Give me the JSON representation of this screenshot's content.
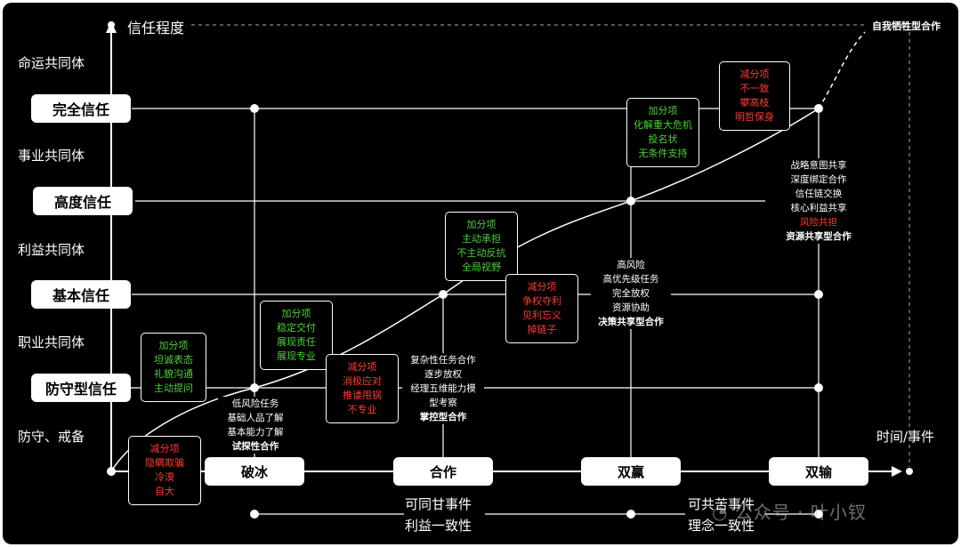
{
  "axis": {
    "y_label": "信任程度",
    "x_label": "时间/事件",
    "top_right_label": "自我牺牲型合作"
  },
  "communities": [
    "命运共同体",
    "事业共同体",
    "利益共同体",
    "职业共同体",
    "防守、戒备"
  ],
  "levels": [
    "完全信任",
    "高度信任",
    "基本信任",
    "防守型信任"
  ],
  "stages": [
    "破冰",
    "合作",
    "双赢",
    "双输"
  ],
  "bottom": [
    "可同甘事件",
    "利益一致性",
    "可共苦事件",
    "理念一致性"
  ],
  "cards": {
    "c0": [
      "减分项",
      "隐瞒欺骗",
      "冷漠",
      "自大"
    ],
    "c1": [
      "加分项",
      "坦诚表态",
      "礼貌沟通",
      "主动提问"
    ],
    "c2": [
      "加分项",
      "稳定交付",
      "展现责任",
      "展现专业"
    ],
    "c3": [
      "减分项",
      "消极应对",
      "推诿甩锅",
      "不专业"
    ],
    "c4": [
      "加分项",
      "主动承担",
      "不主动反抗",
      "全局视野"
    ],
    "c5": [
      "减分项",
      "争权夺利",
      "见利忘义",
      "掉链子"
    ],
    "c6": [
      "加分项",
      "化解重大危机",
      "投名状",
      "无条件支持"
    ],
    "c7": [
      "减分项",
      "不一致",
      "攀高枝",
      "明哲保身"
    ]
  },
  "texts": {
    "icebreak": [
      "低风险任务",
      "基础人品了解",
      "基本能力了解",
      "试探性合作"
    ],
    "cooperation": [
      "复杂性任务合作",
      "逐步放权",
      "经理五维能力模",
      "型考察",
      "掌控型合作"
    ],
    "winwin": [
      "高风险",
      "高优先级任务",
      "完全放权",
      "资源协助",
      "决策共享型合作"
    ],
    "loselose": [
      "战略意图共享",
      "深度绑定合作",
      "信任链交换",
      "核心利益共享",
      "风险共担",
      "资源共享型合作"
    ]
  },
  "watermark": "公众号 · 叶小钗"
}
